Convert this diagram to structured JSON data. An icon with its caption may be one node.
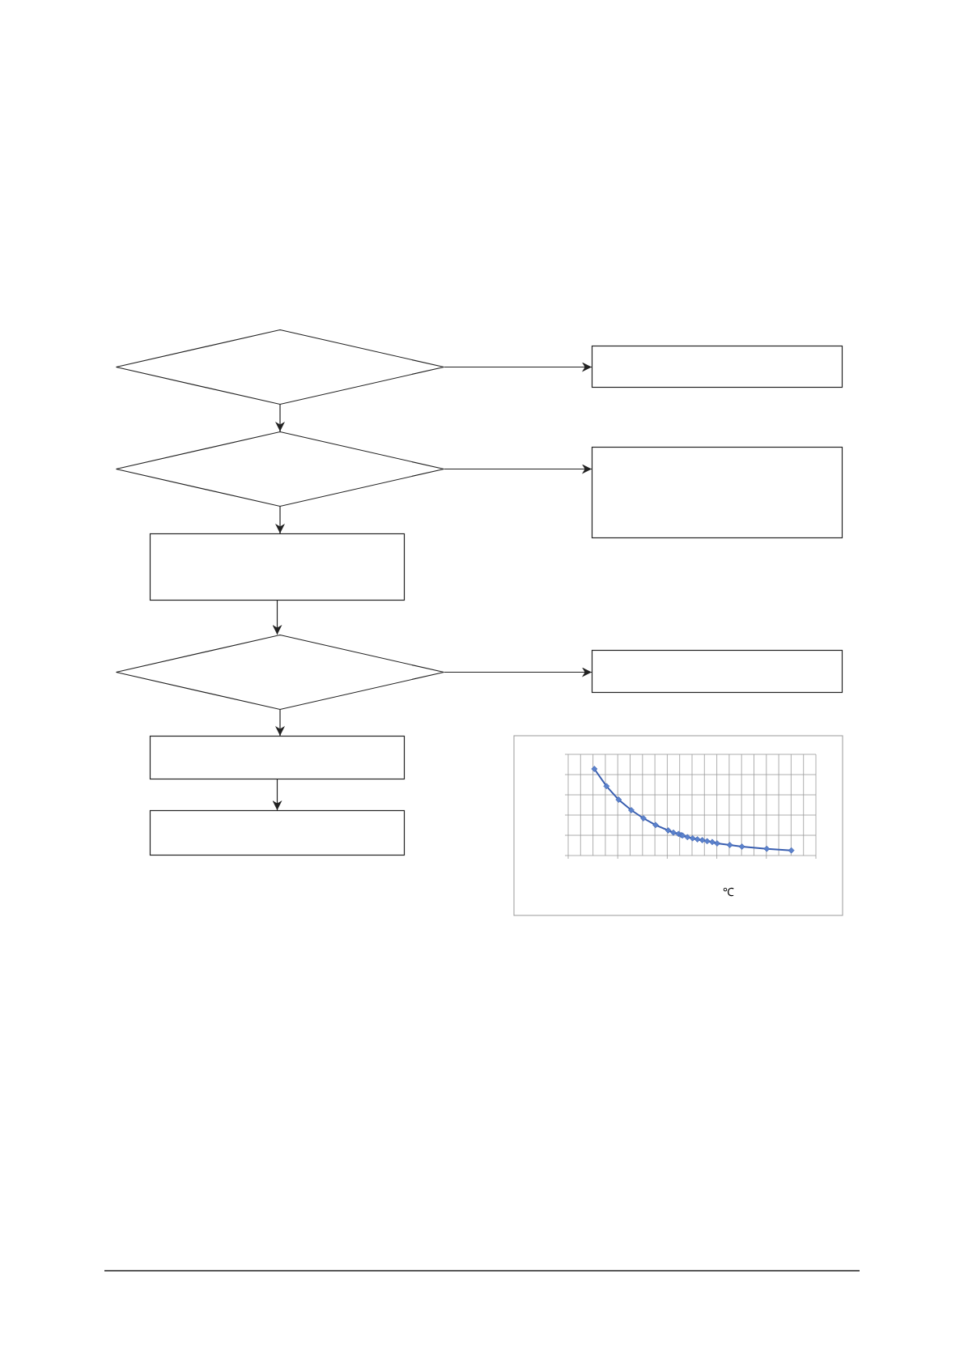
{
  "diagram": {
    "nodes": [
      {
        "text": [],
        "shape": "diamond"
      },
      {
        "text": [],
        "shape": "box"
      },
      {
        "text": [],
        "shape": "diamond"
      },
      {
        "text": [],
        "shape": "box"
      },
      {
        "text": [],
        "shape": "box"
      },
      {
        "text": [],
        "shape": "diamond"
      },
      {
        "text": [],
        "shape": "box"
      },
      {
        "text": [],
        "shape": "box"
      },
      {
        "text": [],
        "shape": "box"
      }
    ],
    "edges": [
      {
        "from": 0,
        "to": 1,
        "arrow": "to"
      },
      {
        "from": 0,
        "to": 2,
        "arrow": "to"
      },
      {
        "from": 2,
        "to": 3,
        "arrow": "to"
      },
      {
        "from": 2,
        "to": 4,
        "arrow": "to"
      },
      {
        "from": 4,
        "to": 5,
        "arrow": "to"
      },
      {
        "from": 5,
        "to": 6,
        "arrow": "to"
      },
      {
        "from": 5,
        "to": 7,
        "arrow": "to"
      },
      {
        "from": 7,
        "to": 8,
        "arrow": "to"
      }
    ],
    "labels": [
      "℃"
    ]
  }
}
